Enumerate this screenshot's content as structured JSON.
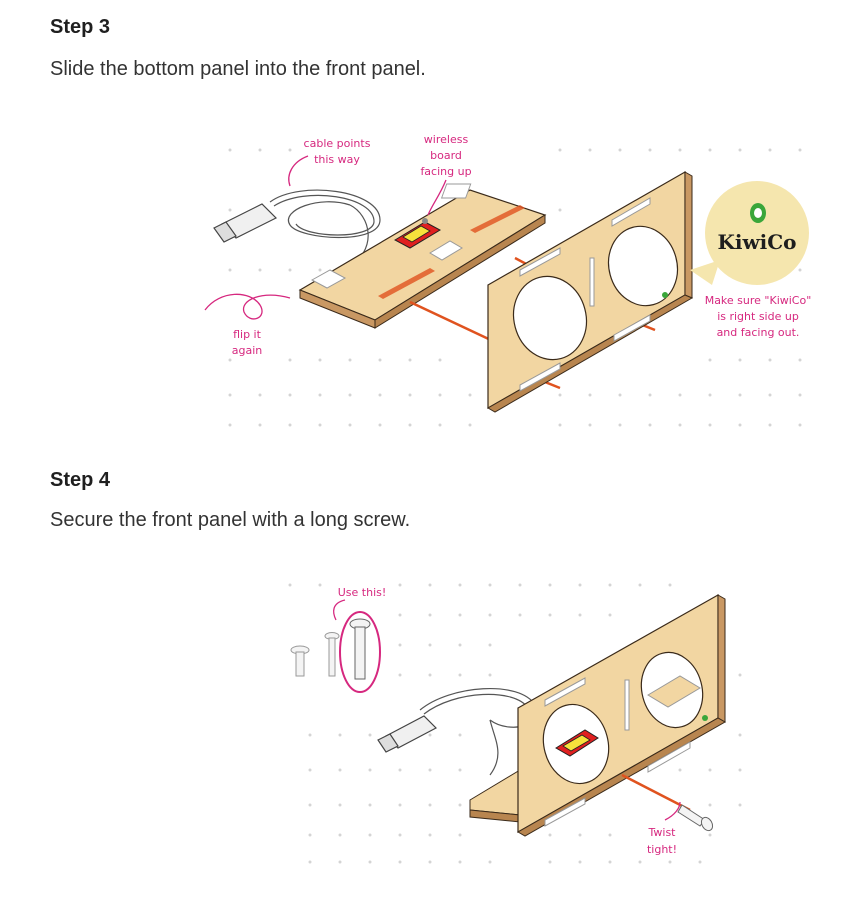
{
  "step3": {
    "title": "Step 3",
    "instruction": "Slide the bottom panel into the front panel.",
    "annotations": {
      "cable_line1": "cable points",
      "cable_line2": "this way",
      "wireless_line1": "wireless",
      "wireless_line2": "board",
      "wireless_line3": "facing up",
      "flip_line1": "flip it",
      "flip_line2": "again",
      "logo_text": "KiwiCo",
      "note_line1": "Make sure \"KiwiCo\"",
      "note_line2": "is right side up",
      "note_line3": "and facing out."
    }
  },
  "step4": {
    "title": "Step 4",
    "instruction": "Secure the front panel with a long screw.",
    "annotations": {
      "use_this": "Use this!",
      "twist_line1": "Twist",
      "twist_line2": "tight!"
    }
  },
  "colors": {
    "wood": "#f2d6a2",
    "wood_edge": "#c99863",
    "accent_pink": "#d6287f",
    "guide_orange": "#e0531f",
    "logo_green": "#3aa63a"
  }
}
